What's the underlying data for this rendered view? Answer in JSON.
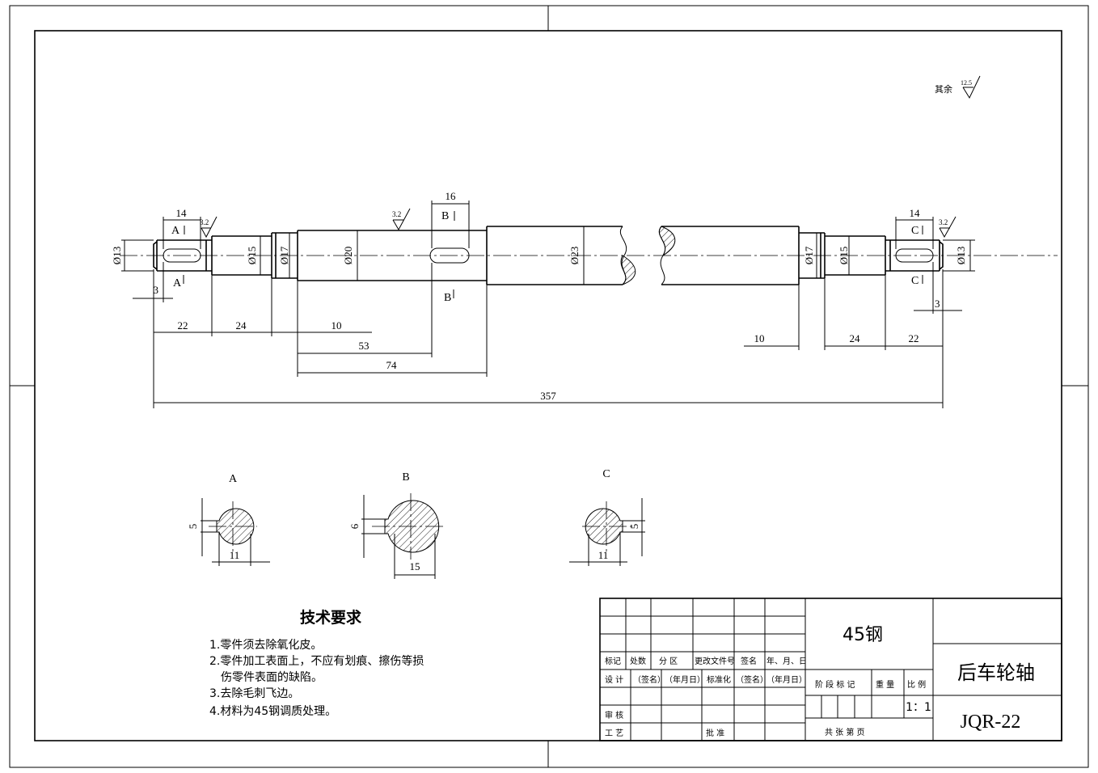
{
  "surface_note": {
    "prefix": "其余",
    "value": "12.5"
  },
  "roughness": {
    "journal": "3.2"
  },
  "shaft_dims": {
    "d13": "Ø13",
    "d15": "Ø15",
    "d17": "Ø17",
    "d20": "Ø20",
    "d23": "Ø23",
    "len14": "14",
    "len16": "16",
    "len3": "3",
    "len22": "22",
    "len24": "24",
    "len10": "10",
    "len53": "53",
    "len74": "74",
    "total": "357"
  },
  "section_labels": {
    "a": "A",
    "b": "B",
    "c": "C"
  },
  "sections": {
    "a": {
      "key": "5",
      "width": "11"
    },
    "b": {
      "key": "6",
      "width": "15"
    },
    "c": {
      "key": "5",
      "width": "11"
    }
  },
  "tech_req": {
    "title": "技术要求",
    "items": [
      "1.零件须去除氧化皮。",
      "2.零件加工表面上，不应有划痕、擦伤等损",
      "伤零件表面的缺陷。",
      "3.去除毛刺飞边。",
      "4.材料为45钢调质处理。"
    ]
  },
  "title_block": {
    "material": "45钢",
    "part_name": "后车轮轴",
    "drawing_no": "JQR-22",
    "scale": "1：1",
    "row_labels": [
      "标记",
      "处数",
      "分 区",
      "更改文件号",
      "签名",
      "年、月、日"
    ],
    "design": "设 计",
    "sign1": "（签名）",
    "date1": "（年月日）",
    "standard": "标准化",
    "sign2": "（签名）",
    "date2": "（年月日）",
    "review": "审 核",
    "process": "工 艺",
    "approve": "批 准",
    "stage": "阶 段 标 记",
    "weight": "重 量",
    "ratio": "比 例",
    "sheets": "共    张    第    页"
  }
}
